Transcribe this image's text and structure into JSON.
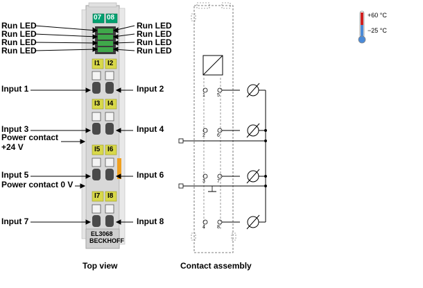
{
  "module": {
    "model": "EL3068",
    "brand": "BECKHOFF",
    "channel_tags": [
      "07",
      "08"
    ],
    "input_tags": [
      [
        "I1",
        "I2"
      ],
      [
        "I3",
        "I4"
      ],
      [
        "I5",
        "I6"
      ],
      [
        "I7",
        "I8"
      ]
    ]
  },
  "left_labels": [
    {
      "key": "run1",
      "text": "Run LED"
    },
    {
      "key": "run2",
      "text": "Run LED"
    },
    {
      "key": "run3",
      "text": "Run LED"
    },
    {
      "key": "run4",
      "text": "Run LED"
    },
    {
      "key": "input1",
      "text": "Input 1"
    },
    {
      "key": "input3",
      "text": "Input 3"
    },
    {
      "key": "power24",
      "text": "Power contact\n+24 V"
    },
    {
      "key": "input5",
      "text": "Input 5"
    },
    {
      "key": "power0",
      "text": "Power contact 0 V"
    },
    {
      "key": "input7",
      "text": "Input 7"
    }
  ],
  "right_labels": [
    {
      "key": "run5",
      "text": "Run LED"
    },
    {
      "key": "run6",
      "text": "Run LED"
    },
    {
      "key": "run7",
      "text": "Run LED"
    },
    {
      "key": "run8",
      "text": "Run LED"
    },
    {
      "key": "input2",
      "text": "Input 2"
    },
    {
      "key": "input4",
      "text": "Input 4"
    },
    {
      "key": "input6",
      "text": "Input 6"
    },
    {
      "key": "input8",
      "text": "Input 8"
    }
  ],
  "captions": {
    "top_view": "Top view",
    "contact_assembly": "Contact assembly"
  },
  "temperature": {
    "max": "+60 °C",
    "min": "−25 °C"
  },
  "terminal_numbers": [
    "1",
    "5",
    "2",
    "6",
    "3",
    "7",
    "4",
    "8"
  ],
  "colors": {
    "led_green": "#00a070",
    "tag_yellow": "#d8d84a",
    "terminal_orange": "#f0a020",
    "module_grey": "#d8d8d8",
    "thermo_red": "#d02020",
    "thermo_blue": "#4a8ad8"
  }
}
